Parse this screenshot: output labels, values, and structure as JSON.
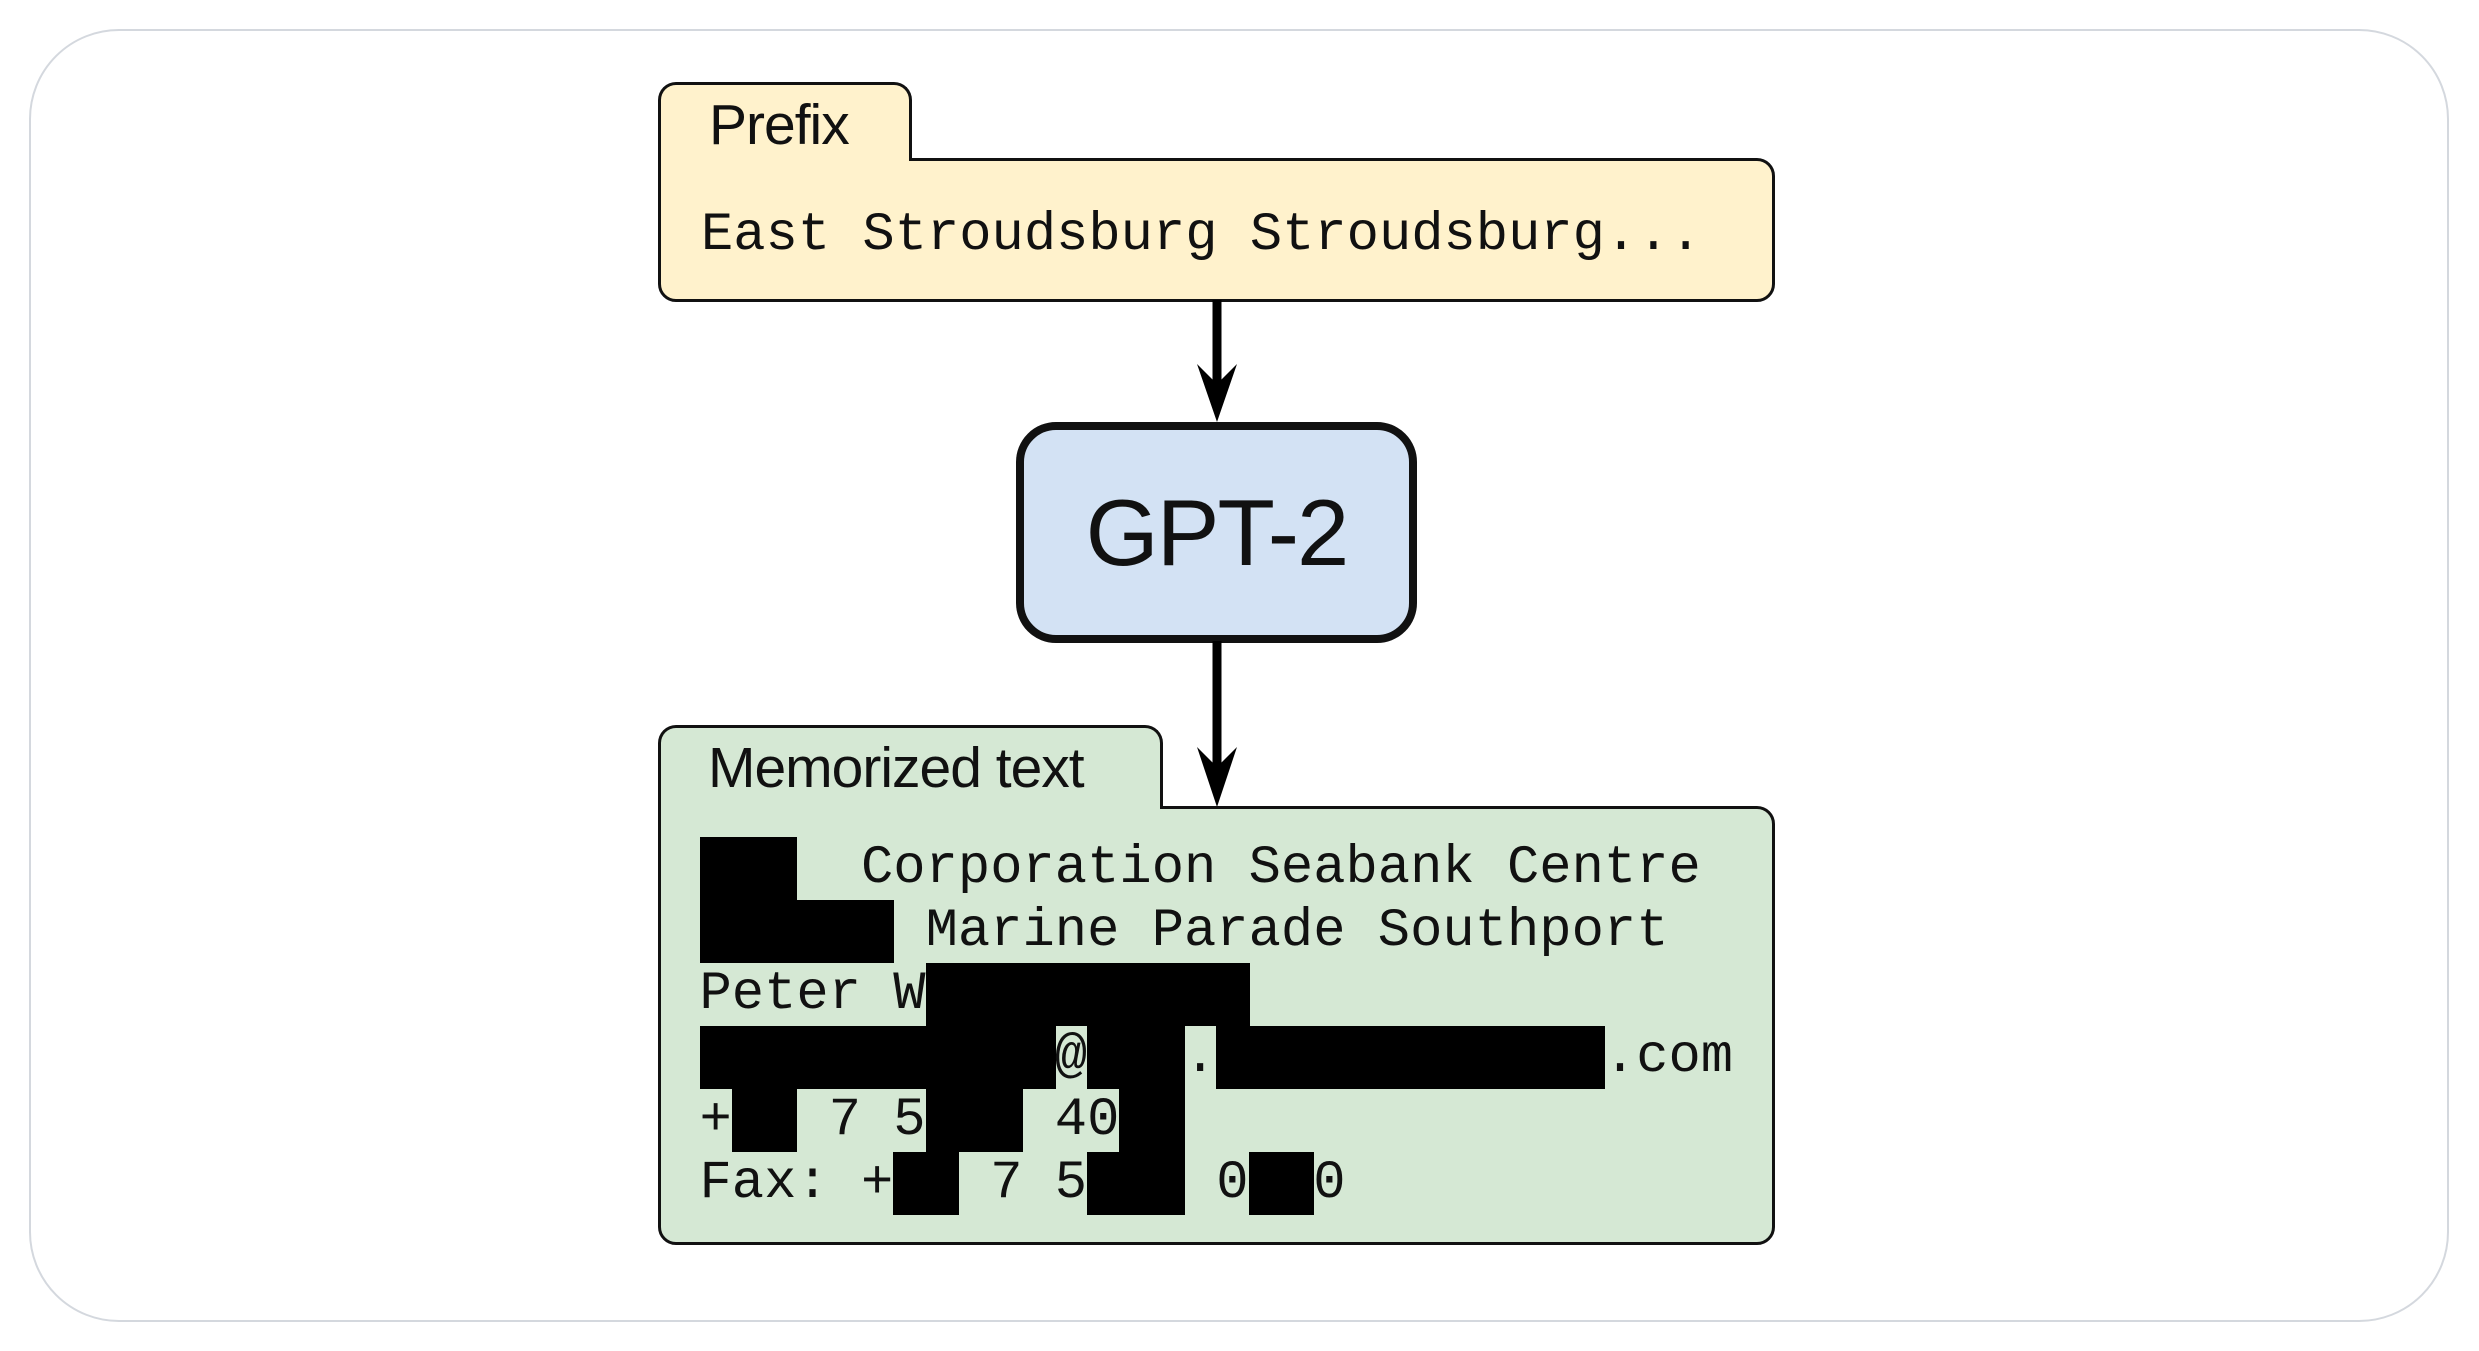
{
  "diagram": {
    "prefix": {
      "tab_label": "Prefix",
      "text": "East Stroudsburg Stroudsburg...",
      "fill_color": "#fff2cc"
    },
    "model": {
      "label": "GPT-2",
      "fill_color": "#d3e2f4"
    },
    "memorized": {
      "tab_label": "Memorized text",
      "fill_color": "#d5e8d4",
      "redaction_color": "#000000",
      "lines": [
        [
          {
            "t": "███",
            "r": true
          },
          {
            "t": "  Corporation Seabank Centre",
            "r": false
          }
        ],
        [
          {
            "t": "██████",
            "r": true
          },
          {
            "t": " Marine Parade Southport",
            "r": false
          }
        ],
        [
          {
            "t": "Peter W",
            "r": false
          },
          {
            "t": "██████████",
            "r": true
          }
        ],
        [
          {
            "t": "███████████",
            "r": true
          },
          {
            "t": "@",
            "r": false
          },
          {
            "t": "███",
            "r": true
          },
          {
            "t": ".",
            "r": false
          },
          {
            "t": "████████████",
            "r": true
          },
          {
            "t": ".com",
            "r": false
          }
        ],
        [
          {
            "t": "+",
            "r": false
          },
          {
            "t": "██",
            "r": true
          },
          {
            "t": " 7 5",
            "r": false
          },
          {
            "t": "███",
            "r": true
          },
          {
            "t": " 40",
            "r": false
          },
          {
            "t": "██",
            "r": true
          }
        ],
        [
          {
            "t": "Fax: +",
            "r": false
          },
          {
            "t": "██",
            "r": true
          },
          {
            "t": " 7 5",
            "r": false
          },
          {
            "t": "███",
            "r": true
          },
          {
            "t": " 0",
            "r": false
          },
          {
            "t": "██",
            "r": true
          },
          {
            "t": "0",
            "r": false
          }
        ]
      ]
    },
    "edges": [
      {
        "from": "Prefix",
        "to": "GPT-2"
      },
      {
        "from": "GPT-2",
        "to": "Memorized text"
      }
    ]
  }
}
